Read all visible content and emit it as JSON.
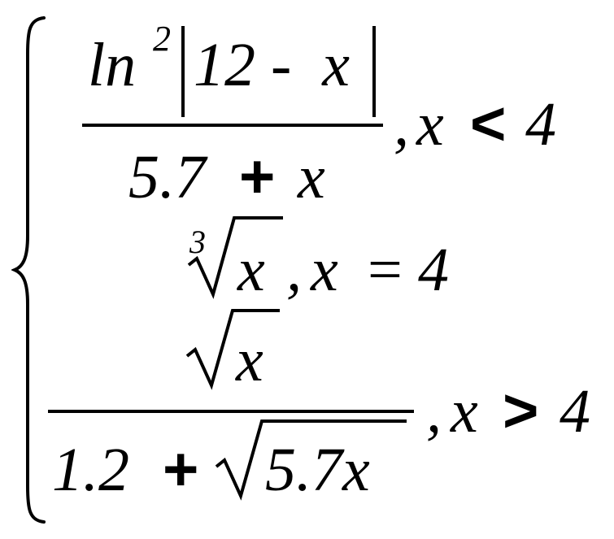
{
  "formula": {
    "case1": {
      "numerator": {
        "fn": "ln",
        "power": "2",
        "abs_left": "|",
        "abs_body": "12 -  x",
        "abs_right": "|"
      },
      "denominator": {
        "left": "5.7",
        "op": "+",
        "var": "x"
      },
      "condition": {
        "comma": ",",
        "var": "x",
        "op": "<",
        "value": "4"
      }
    },
    "case2": {
      "root_index": "3",
      "radicand": "x",
      "condition": {
        "comma": ",",
        "var": "x",
        "op": "=",
        "value": "4"
      }
    },
    "case3": {
      "numerator_radicand": "x",
      "denominator": {
        "left": "1.2",
        "op": "+",
        "radicand": "5.7x"
      },
      "condition": {
        "comma": ",",
        "var": "x",
        "op": ">",
        "value": "4"
      }
    }
  }
}
